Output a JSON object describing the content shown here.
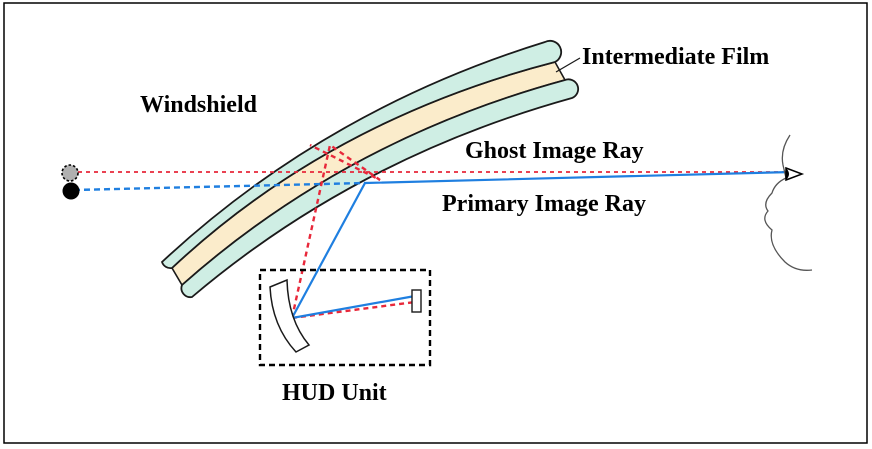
{
  "labels": {
    "windshield": "Windshield",
    "intermediate_film": "Intermediate Film",
    "ghost_ray": "Ghost Image Ray",
    "primary_ray": "Primary Image Ray",
    "hud_unit": "HUD Unit"
  },
  "colors": {
    "border": "#000000",
    "glass_fill": "#cfeee4",
    "film_fill": "#fbeccb",
    "outline": "#1a1a1a",
    "primary_ray": "#1f7fe0",
    "ghost_ray": "#e8283a",
    "ghost_source": "#b0b0b0",
    "primary_source": "#000000",
    "face": "#555555"
  },
  "icons": {
    "viewer": "face-profile-icon",
    "eye": "eye-icon",
    "source_primary": "virtual-image-dot-icon",
    "source_ghost": "ghost-image-dot-icon"
  }
}
